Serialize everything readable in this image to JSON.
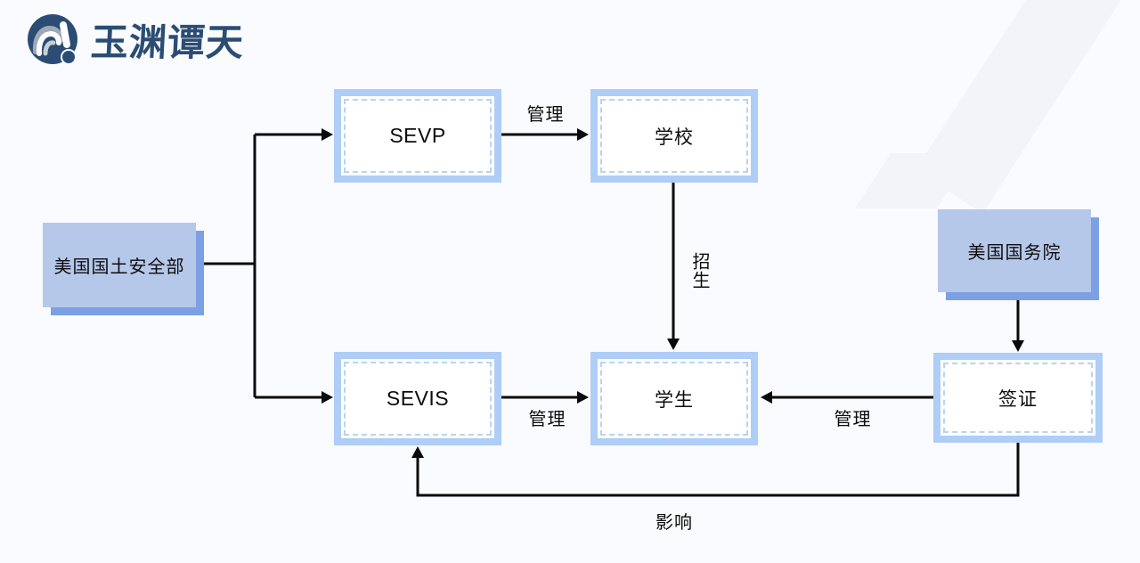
{
  "brand": {
    "logo_text": "玉渊谭天",
    "logo_color": "#2b4d74"
  },
  "diagram": {
    "nodes": {
      "dhs": {
        "label": "美国国土安全部"
      },
      "sevp": {
        "label": "SEVP"
      },
      "school": {
        "label": "学校"
      },
      "sevis": {
        "label": "SEVIS"
      },
      "student": {
        "label": "学生"
      },
      "state_dept": {
        "label": "美国国务院"
      },
      "visa": {
        "label": "签证"
      }
    },
    "edges": {
      "sevp_to_school": {
        "label": "管理"
      },
      "school_to_student": {
        "label": "招生"
      },
      "sevis_to_student": {
        "label": "管理"
      },
      "visa_to_student": {
        "label": "管理"
      },
      "visa_to_sevis": {
        "label": "影响"
      }
    },
    "colors": {
      "node_border": "#aecdf7",
      "node_inner_dashed": "#b9d3f3",
      "solid_node_fill": "#b6c8ea",
      "solid_node_shadow": "#7ca0e3",
      "connector": "#0a0a0a",
      "background": "#fafbfe",
      "stripe": "#f3f4f8"
    }
  }
}
